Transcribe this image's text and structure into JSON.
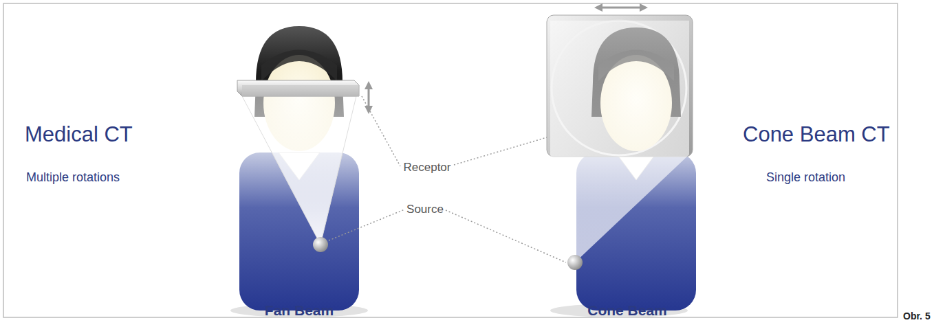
{
  "diagram": {
    "labels": [
      "Medical CT",
      "Multiple rotations",
      "Receptor",
      "Source",
      "Cone Beam CT",
      "Single rotation",
      "Fan Beam",
      "Cone Beam",
      "Obr. 5"
    ]
  }
}
